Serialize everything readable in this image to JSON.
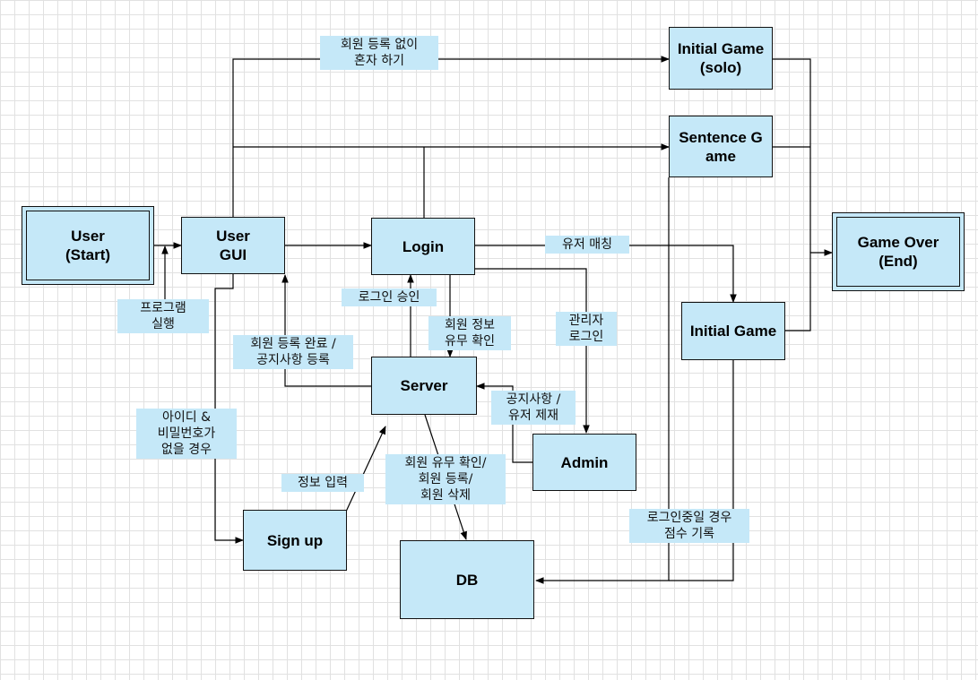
{
  "nodes": {
    "user": "User\n(Start)",
    "user_gui": "User\nGUI",
    "login": "Login",
    "server": "Server",
    "admin": "Admin",
    "signup": "Sign up",
    "db": "DB",
    "initial_game_solo": "Initial Game\n(solo)",
    "sentence_game": "Sentence G\name",
    "initial_game": "Initial Game",
    "game_over": "Game Over\n(End)"
  },
  "edge_labels": {
    "solo_play": "회원 등록 없이\n혼자 하기",
    "run_program": "프로그램\n실행",
    "login_approve": "로그인 승인",
    "member_check": "회원 정보\n유무 확인",
    "register_done": "회원 등록 완료 /\n공지사항 등록",
    "no_account": "아이디 &\n비밀번호가\n없을 경우",
    "info_input": "정보 입력",
    "db_ops": "회원 유무 확인/\n회원 등록/\n회원 삭제",
    "admin_login": "관리자\n로그인",
    "notice_ban": "공지사항 /\n유저 제재",
    "user_match": "유저 매칭",
    "score_record": "로그인중일 경우\n점수 기록"
  }
}
